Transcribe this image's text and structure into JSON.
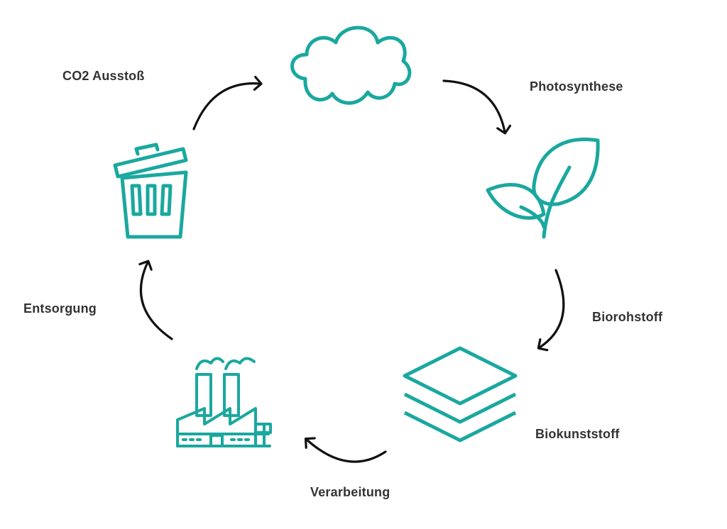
{
  "colors": {
    "icon": "#1aa89f",
    "arrow": "#111111",
    "text": "#333333",
    "background": "#ffffff"
  },
  "stages": [
    {
      "label": "CO2 Ausstoß",
      "icon": "cloud-icon"
    },
    {
      "label": "Photosynthese",
      "icon": "plant-icon"
    },
    {
      "label": "Biorohstoff",
      "icon": "layers-icon"
    },
    {
      "label": "Biokunststoff",
      "icon": "layers-icon"
    },
    {
      "label": "Verarbeitung",
      "icon": "factory-icon"
    },
    {
      "label": "Entsorgung",
      "icon": "trash-bin-icon"
    }
  ]
}
